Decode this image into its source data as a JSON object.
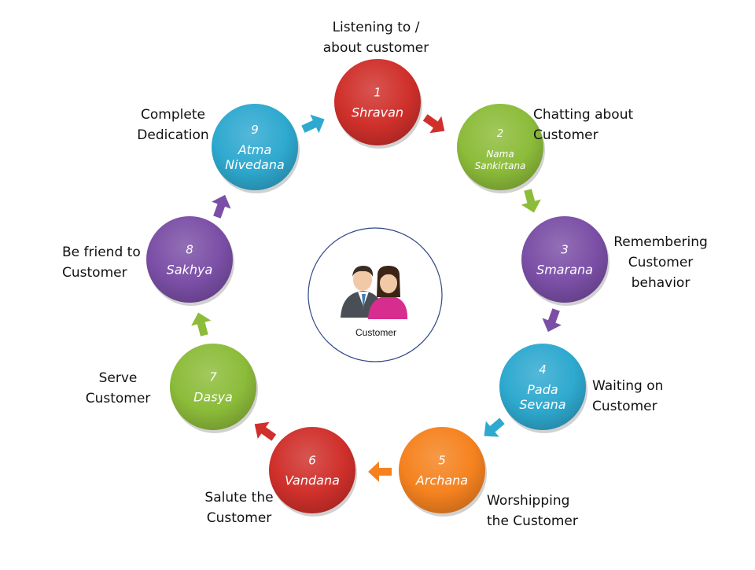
{
  "center": {
    "label": "Customer"
  },
  "steps": [
    {
      "number": "1",
      "name": "Shravan",
      "label": "Listening to /\nabout customer",
      "color": "#d0302b"
    },
    {
      "number": "2",
      "name": "Nama\nSankirtana",
      "label": "Chatting about\nCustomer",
      "color": "#8cbc3a"
    },
    {
      "number": "3",
      "name": "Smarana",
      "label": "Remembering\nCustomer\nbehavior",
      "color": "#7b4fa6"
    },
    {
      "number": "4",
      "name": "Pada\nSevana",
      "label": "Waiting on\nCustomer",
      "color": "#2ea9cf"
    },
    {
      "number": "5",
      "name": "Archana",
      "label": "Worshipping\nthe Customer",
      "color": "#f5821f"
    },
    {
      "number": "6",
      "name": "Vandana",
      "label": "Salute the\nCustomer",
      "color": "#d0302b"
    },
    {
      "number": "7",
      "name": "Dasya",
      "label": "Serve\nCustomer",
      "color": "#8cbc3a"
    },
    {
      "number": "8",
      "name": "Sakhya",
      "label": "Be friend to\nCustomer",
      "color": "#7b4fa6"
    },
    {
      "number": "9",
      "name": "Atma\nNivedana",
      "label": "Complete\nDedication",
      "color": "#2ea9cf"
    }
  ],
  "arrow_colors": [
    "#d0302b",
    "#8cbc3a",
    "#7b4fa6",
    "#2ea9cf",
    "#f5821f",
    "#d0302b",
    "#8cbc3a",
    "#7b4fa6",
    "#2ea9cf"
  ],
  "icons": {
    "center_icon": "customer-couple-icon"
  }
}
